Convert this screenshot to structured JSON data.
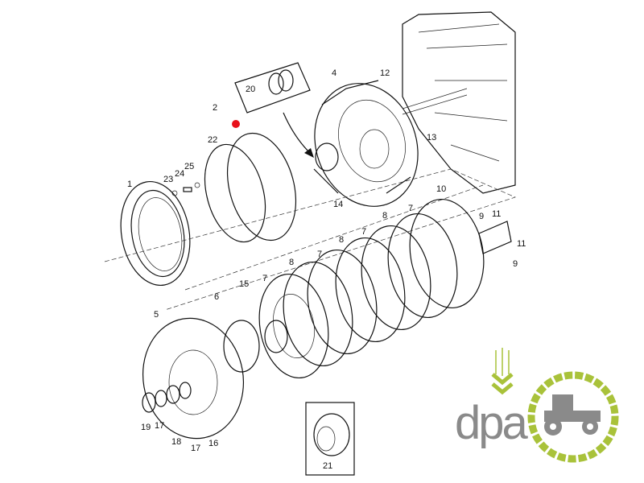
{
  "diagram": {
    "callouts": [
      {
        "id": "1",
        "label": "1"
      },
      {
        "id": "2",
        "label": "2"
      },
      {
        "id": "20",
        "label": "20"
      },
      {
        "id": "22",
        "label": "22"
      },
      {
        "id": "23",
        "label": "23"
      },
      {
        "id": "24",
        "label": "24"
      },
      {
        "id": "25",
        "label": "25"
      },
      {
        "id": "4",
        "label": "4"
      },
      {
        "id": "12",
        "label": "12"
      },
      {
        "id": "13",
        "label": "13"
      },
      {
        "id": "14",
        "label": "14"
      },
      {
        "id": "10",
        "label": "10"
      },
      {
        "id": "9a",
        "label": "9"
      },
      {
        "id": "11a",
        "label": "11"
      },
      {
        "id": "11b",
        "label": "11"
      },
      {
        "id": "9b",
        "label": "9"
      },
      {
        "id": "8a",
        "label": "8"
      },
      {
        "id": "7a",
        "label": "7"
      },
      {
        "id": "8b",
        "label": "8"
      },
      {
        "id": "7b",
        "label": "7"
      },
      {
        "id": "8c",
        "label": "8"
      },
      {
        "id": "7c",
        "label": "7"
      },
      {
        "id": "7d",
        "label": "7"
      },
      {
        "id": "15",
        "label": "15"
      },
      {
        "id": "6",
        "label": "6"
      },
      {
        "id": "5",
        "label": "5"
      },
      {
        "id": "19",
        "label": "19"
      },
      {
        "id": "17a",
        "label": "17"
      },
      {
        "id": "18",
        "label": "18"
      },
      {
        "id": "17b",
        "label": "17"
      },
      {
        "id": "16",
        "label": "16"
      },
      {
        "id": "21",
        "label": "21"
      }
    ],
    "marker_color": "#e8101a"
  },
  "logo": {
    "text": "dpa",
    "green": "#a9c23a",
    "gray": "#8a8a8a"
  }
}
